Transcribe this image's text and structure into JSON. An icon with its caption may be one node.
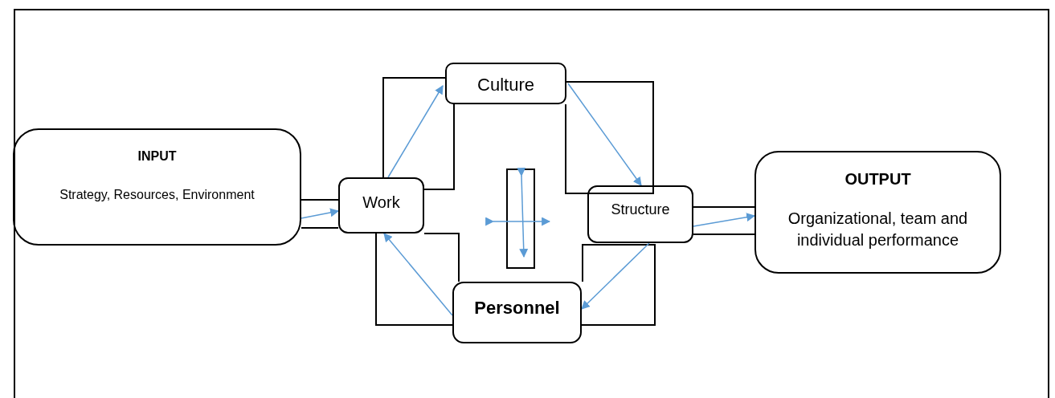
{
  "diagram": {
    "nodes": [
      {
        "text": [
          "INPUT",
          "Strategy, Resources, Environment"
        ]
      },
      {
        "text": [
          "Work"
        ]
      },
      {
        "text": [
          "Culture"
        ]
      },
      {
        "text": [
          "Structure"
        ]
      },
      {
        "text": [
          "Personnel"
        ]
      },
      {
        "text": [
          "OUTPUT",
          "Organizational, team and individual performance"
        ]
      }
    ],
    "edges": [
      {
        "from": 0,
        "to": 1,
        "arrow": "to"
      },
      {
        "from": 1,
        "to": 2,
        "arrow": "to"
      },
      {
        "from": 2,
        "to": 3,
        "arrow": "to"
      },
      {
        "from": 3,
        "to": 4,
        "arrow": "to"
      },
      {
        "from": 4,
        "to": 1,
        "arrow": "to"
      },
      {
        "from": 3,
        "to": 5,
        "arrow": "to"
      }
    ]
  }
}
